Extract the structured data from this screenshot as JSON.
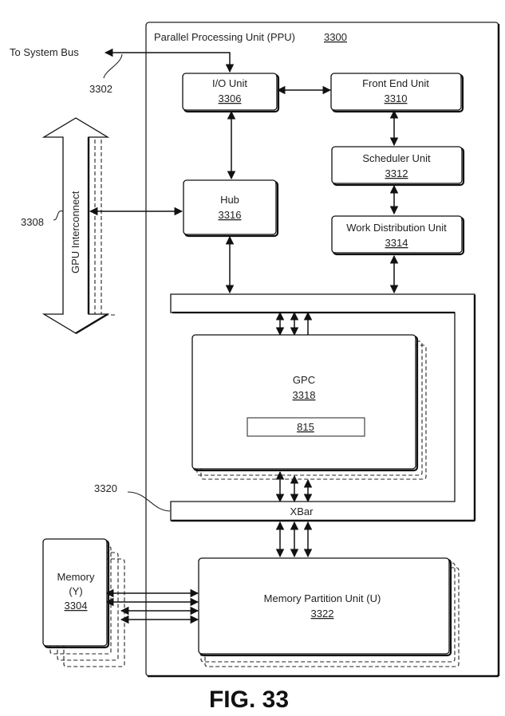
{
  "figure": {
    "caption": "FIG. 33",
    "ppu": {
      "title": "Parallel Processing Unit (PPU)",
      "ref": "3300"
    },
    "system_bus": {
      "label": "To System Bus",
      "ref": "3302"
    },
    "gpu_interconnect": {
      "label": "GPU Interconnect",
      "ref": "3308"
    },
    "io_unit": {
      "label": "I/O Unit",
      "ref": "3306"
    },
    "front_end_unit": {
      "label": "Front End Unit",
      "ref": "3310"
    },
    "scheduler_unit": {
      "label": "Scheduler Unit",
      "ref": "3312"
    },
    "work_distribution_unit": {
      "label": "Work Distribution Unit",
      "ref": "3314"
    },
    "hub": {
      "label": "Hub",
      "ref": "3316"
    },
    "gpc": {
      "label": "GPC",
      "ref": "3318",
      "inner_ref": "815"
    },
    "xbar": {
      "label": "XBar",
      "ref": "3320"
    },
    "memory": {
      "label": "Memory",
      "sub": "(Y)",
      "ref": "3304"
    },
    "memory_partition_unit": {
      "label": "Memory Partition Unit (U)",
      "ref": "3322"
    }
  }
}
